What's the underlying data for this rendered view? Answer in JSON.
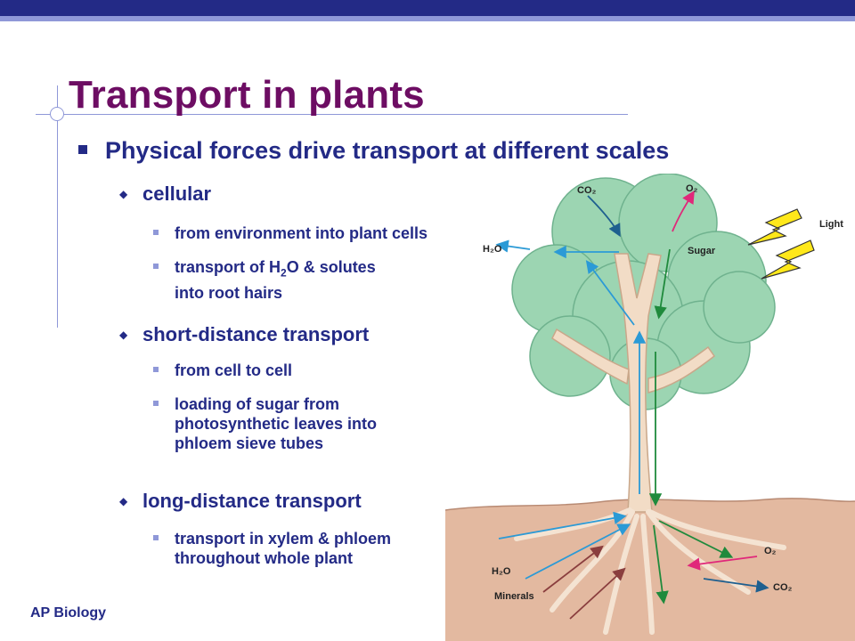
{
  "slide": {
    "title": "Transport in plants",
    "main_bullet": "Physical forces drive transport at different scales",
    "sections": [
      {
        "heading": "cellular",
        "items": [
          {
            "text": "from environment into plant cells"
          },
          {
            "pre": "transport of H",
            "sub": "2",
            "post": "O & solutes",
            "line2": "into root hairs"
          }
        ]
      },
      {
        "heading": "short-distance transport",
        "items": [
          {
            "text": "from cell to cell"
          },
          {
            "text": "loading of sugar from",
            "line2": "photosynthetic leaves into",
            "line3": "phloem sieve tubes"
          }
        ]
      },
      {
        "heading": "long-distance transport",
        "items": [
          {
            "text": "transport in xylem & phloem",
            "line2": "throughout whole plant"
          }
        ]
      }
    ],
    "footer": "AP Biology"
  },
  "diagram": {
    "labels": {
      "co2_top": "CO₂",
      "o2_top": "O₂",
      "light": "Light",
      "h2o_top": "H₂O",
      "sugar": "Sugar",
      "o2_root": "O₂",
      "h2o_root": "H₂O",
      "minerals": "Minerals",
      "co2_root": "CO₂"
    },
    "colors": {
      "xylem_arrow": "#2b9ad6",
      "phloem_arrow": "#1f8a3c",
      "o2_arrow": "#e0287a",
      "co2_arrow": "#1e5f8f",
      "mineral_arrow": "#8a3e3e",
      "foliage": "#9cd5b2",
      "trunk": "#f2dcc6",
      "soil": "#e3b9a0",
      "light_bolt": "#ffe81a"
    }
  }
}
